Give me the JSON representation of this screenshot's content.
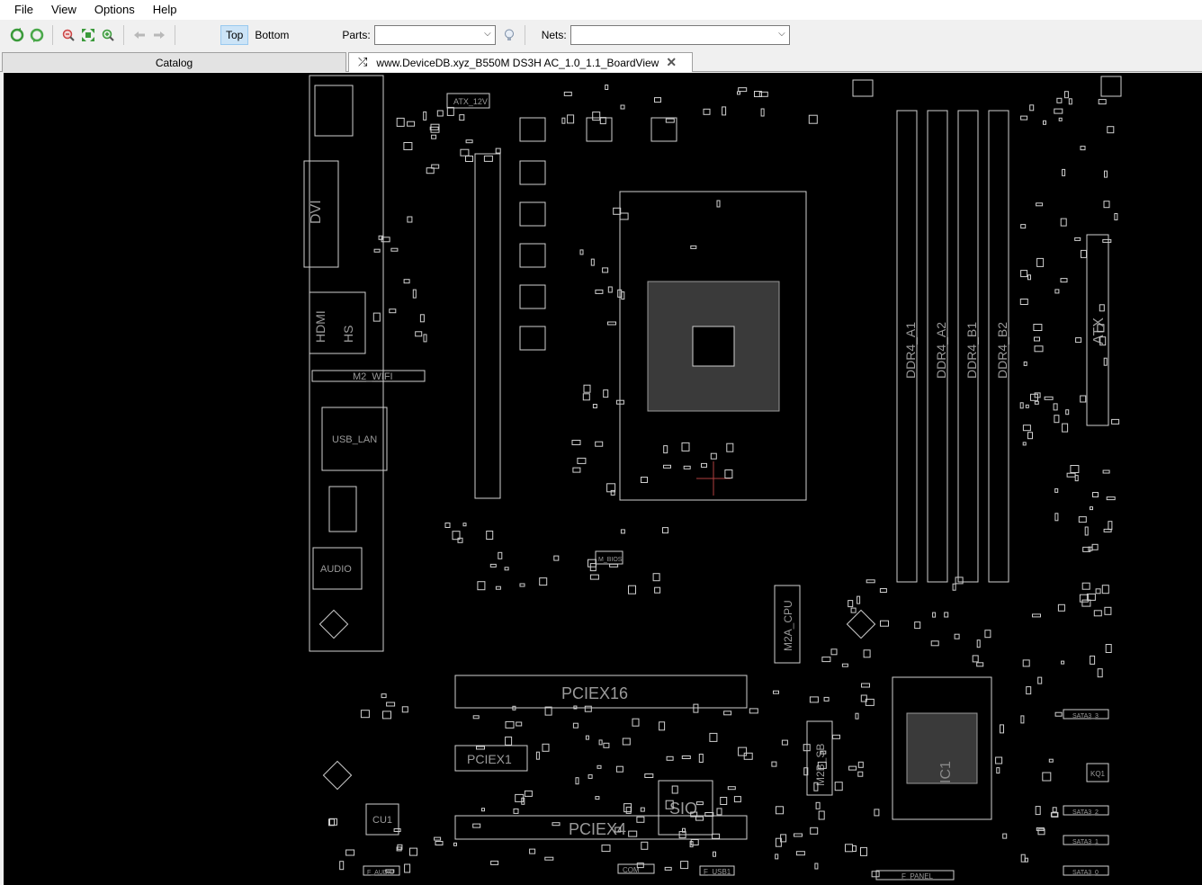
{
  "menu": [
    "File",
    "View",
    "Options",
    "Help"
  ],
  "toolbar": {
    "icons": [
      "open-icon",
      "reload-icon",
      "zoom-out-icon",
      "fit-icon",
      "zoom-in-icon",
      "back-icon",
      "forward-icon"
    ],
    "side_top": "Top",
    "side_bottom": "Bottom",
    "parts_label": "Parts:",
    "parts_value": "",
    "nets_label": "Nets:",
    "nets_value": ""
  },
  "tabs": {
    "catalog": "Catalog",
    "board": "www.DeviceDB.xyz_B550M DS3H AC_1.0_1.1_BoardView"
  },
  "board": {
    "labels": {
      "dvi": "DVI",
      "hdmi": "HDMI",
      "hs": "HS",
      "m2_wifi": "M2_WIFI",
      "usb_lan": "USB_LAN",
      "audio": "AUDIO",
      "atx_12v": "ATX_12V",
      "pciex16": "PCIEX16",
      "pciex1": "PCIEX1",
      "pciex4": "PCIEX4",
      "sio": "SIO",
      "m2a_cpu": "M2A_CPU",
      "m2b_sb": "M2B_SB",
      "cu1": "CU1",
      "ddr4_a1": "DDR4_A1",
      "ddr4_a2": "DDR4_A2",
      "ddr4_b1": "DDR4_B1",
      "ddr4_b2": "DDR4_B2",
      "atx": "ATX",
      "f_audio": "F_AUDIO",
      "f_usb1": "F_USB1",
      "f_panel": "F_PANEL",
      "sata3_3": "SATA3_3",
      "sata3_2": "SATA3_2",
      "sata3_1": "SATA3_1",
      "sata3_0": "SATA3_0",
      "kq1": "KQ1",
      "com": "COM",
      "m_bios": "M_BIOS",
      "ic_ref": "IC1"
    }
  }
}
